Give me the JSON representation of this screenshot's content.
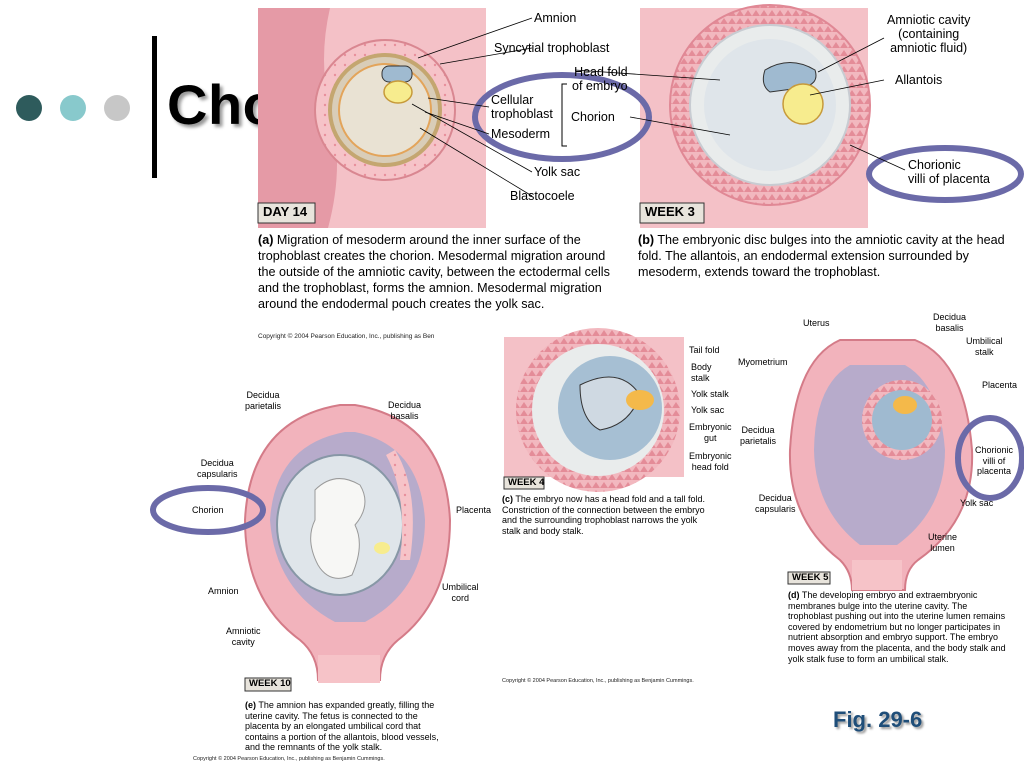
{
  "slide": {
    "title": "Chorion",
    "fig_label": "Fig. 29-6",
    "bullet_colors": [
      "#2e5b5c",
      "#88c9cc",
      "#c7c7c7"
    ]
  },
  "panel_a": {
    "badge": "DAY 14",
    "labels": {
      "amnion": "Amnion",
      "syncytial": "Syncytial trophoblast",
      "cellular": "Cellular\ntrophoblast",
      "mesoderm": "Mesoderm",
      "chorion": "Chorion",
      "yolk_sac": "Yolk sac",
      "blastocoele": "Blastocoele"
    },
    "caption_bold": "(a)",
    "caption": " Migration of mesoderm around the inner surface of the trophoblast creates the chorion. Mesodermal migration around the outside of the amniotic cavity, between the ectodermal cells and the trophoblast, forms the amnion. Mesodermal migration around the endodermal pouch creates the yolk sac.",
    "copyright": "Copyright © 2004 Pearson Education, Inc., publishing as Ben"
  },
  "panel_b": {
    "badge": "WEEK 3",
    "labels": {
      "head_fold": "Head fold\nof embryo",
      "amniotic_cavity": "Amniotic cavity\n(containing\namniotic fluid)",
      "allantois": "Allantois",
      "chorionic_villi": "Chorionic\nvilli of placenta"
    },
    "caption_bold": "(b)",
    "caption": " The embryonic disc bulges into the amniotic cavity at the head fold. The allantois, an endodermal extension surrounded by mesoderm, extends toward the trophoblast."
  },
  "panel_c": {
    "badge": "WEEK 4",
    "labels": {
      "tail_fold": "Tail fold",
      "body_stalk": "Body\nstalk",
      "yolk_stalk": "Yolk stalk",
      "yolk_sac": "Yolk sac",
      "embryonic_gut": "Embryonic\ngut",
      "embryonic_head_fold": "Embryonic\nhead fold"
    },
    "caption_bold": "(c)",
    "caption": " The embryo now has a head fold and a tall fold. Constriction of the connection between the embryo and the surrounding trophoblast narrows the yolk stalk and body stalk.",
    "copyright": "Copyright © 2004 Pearson Education, Inc., publishing as Benjamin Cummings."
  },
  "panel_d": {
    "badge": "WEEK 5",
    "labels": {
      "uterus": "Uterus",
      "decidua_basalis": "Decidua\nbasalis",
      "umbilical_stalk": "Umbilical\nstalk",
      "myometrium": "Myometrium",
      "placenta": "Placenta",
      "decidua_parietalis": "Decidua\nparietalis",
      "chorionic_villi": "Chorionic\nvilli of\nplacenta",
      "yolk_sac": "Yolk sac",
      "decidua_capsularis": "Decidua\ncapsularis",
      "uterine_lumen": "Uterine\nlumen"
    },
    "caption_bold": "(d)",
    "caption": " The developing embryo and extraembryonic membranes bulge into the uterine cavity. The trophoblast pushing out into the uterine lumen remains covered by endometrium but no longer participates in nutrient absorption and embryo support. The embryo moves away from the placenta, and the body stalk and yolk stalk fuse to form an umbilical stalk."
  },
  "panel_e": {
    "badge": "WEEK 10",
    "labels": {
      "decidua_parietalis": "Decidua\nparietalis",
      "decidua_basalis": "Decidua\nbasalis",
      "decidua_capsularis": "Decidua\ncapsularis",
      "chorion": "Chorion",
      "placenta": "Placenta",
      "amnion": "Amnion",
      "umbilical_cord": "Umbilical\ncord",
      "amniotic_cavity": "Amniotic\ncavity"
    },
    "caption_bold": "(e)",
    "caption": " The amnion has expanded greatly, filling the uterine cavity. The fetus is connected to the placenta by an elongated umbilical cord that contains a portion of the allantois, blood vessels, and the remnants of the yolk stalk.",
    "copyright": "Copyright © 2004 Pearson Education, Inc., publishing as Benjamin Cummings."
  },
  "colors": {
    "highlight": "#6b6aa8",
    "tissue_pink": "#f3aab3",
    "amnion_blue": "#b9d3e3",
    "yolk_yellow": "#f7ec8e",
    "lumen_purple": "#b7abcb"
  }
}
